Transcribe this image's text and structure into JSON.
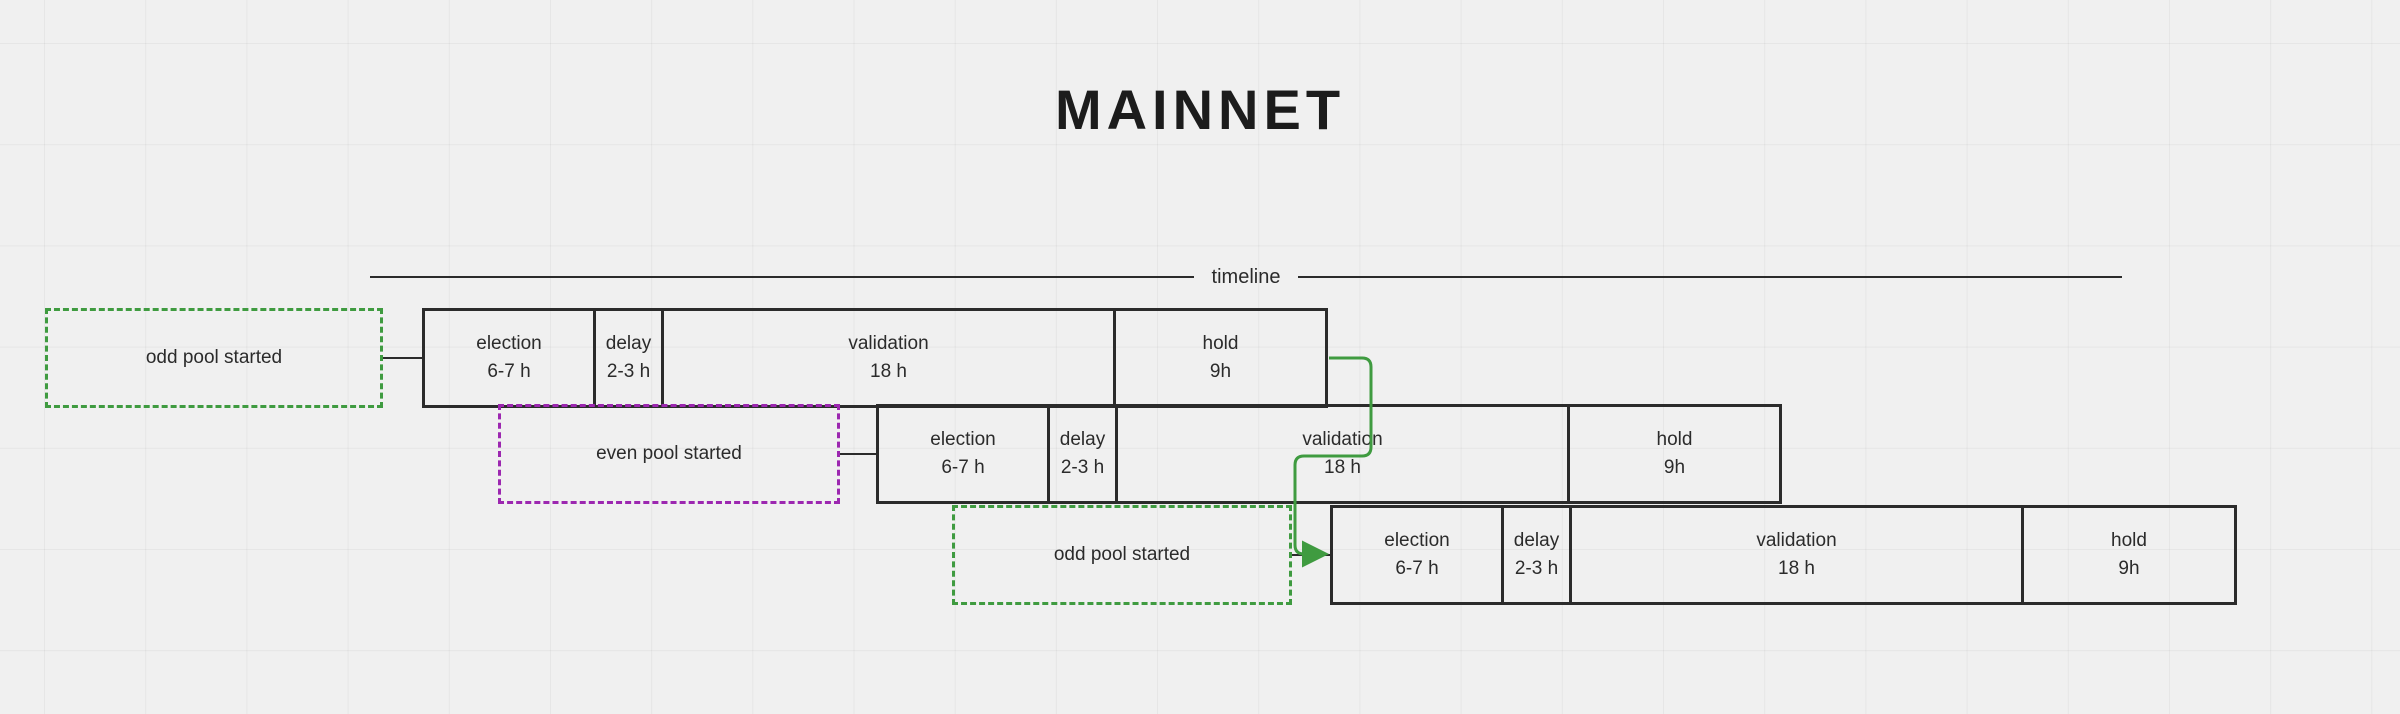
{
  "page": {
    "title": "MAINNET",
    "background_color": "#f0f0f0",
    "ink_color": "#2b2b2b"
  },
  "timeline": {
    "label": "timeline"
  },
  "colors": {
    "green": "#3f9b40",
    "purple": "#9c27b0",
    "ink": "#2b2b2b"
  },
  "rows": [
    {
      "id": "cycle-1",
      "segments": [
        {
          "name": "election",
          "duration": "6-7 h"
        },
        {
          "name": "delay",
          "duration": "2-3 h"
        },
        {
          "name": "validation",
          "duration": "18 h"
        },
        {
          "name": "hold",
          "duration": "9h"
        }
      ]
    },
    {
      "id": "cycle-2",
      "segments": [
        {
          "name": "election",
          "duration": "6-7 h"
        },
        {
          "name": "delay",
          "duration": "2-3 h"
        },
        {
          "name": "validation",
          "duration": "18 h"
        },
        {
          "name": "hold",
          "duration": "9h"
        }
      ]
    },
    {
      "id": "cycle-3",
      "segments": [
        {
          "name": "election",
          "duration": "6-7 h"
        },
        {
          "name": "delay",
          "duration": "2-3 h"
        },
        {
          "name": "validation",
          "duration": "18 h"
        },
        {
          "name": "hold",
          "duration": "9h"
        }
      ]
    }
  ],
  "notes": [
    {
      "id": "note-1",
      "label": "odd pool started",
      "color": "green"
    },
    {
      "id": "note-2",
      "label": "even pool started",
      "color": "purple"
    },
    {
      "id": "note-3",
      "label": "odd pool started",
      "color": "green"
    }
  ]
}
